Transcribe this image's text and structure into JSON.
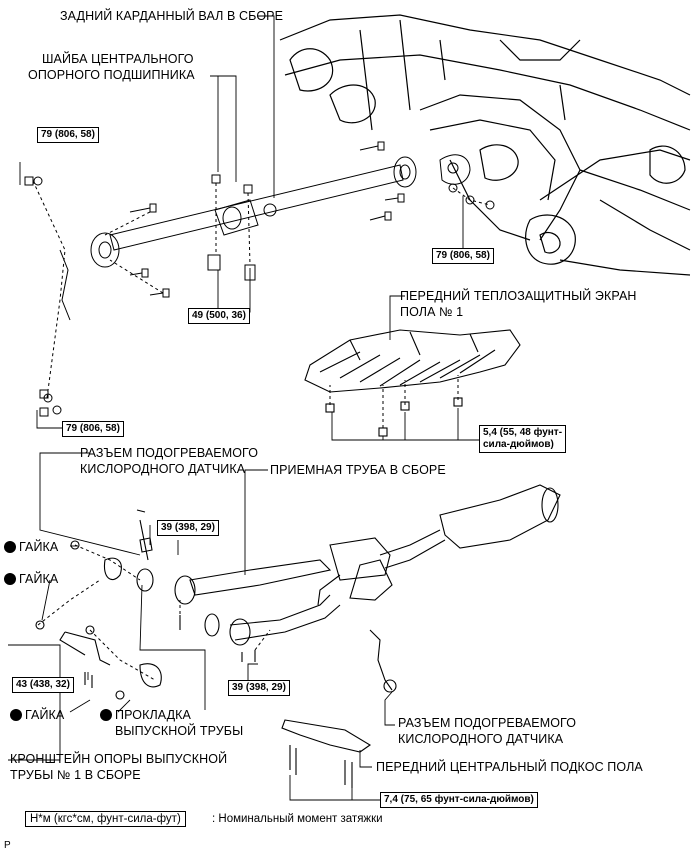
{
  "labels": {
    "rear_shaft": "ЗАДНИЙ КАРДАННЫЙ ВАЛ В СБОРЕ",
    "washer_l1": "ШАЙБА ЦЕНТРАЛЬНОГО",
    "washer_l2": "ОПОРНОГО ПОДШИПНИКА",
    "heat_l1": "ПЕРЕДНИЙ ТЕПЛОЗАЩИТНЫЙ ЭКРАН",
    "heat_l2": "ПОЛА № 1",
    "o2_top_l1": "РАЗЪЕМ ПОДОГРЕВАЕМОГО",
    "o2_top_l2": "КИСЛОРОДНОГО ДАТЧИКА",
    "intake_pipe": "ПРИЕМНАЯ ТРУБА В СБОРЕ",
    "nut1": "ГАЙКА",
    "nut2": "ГАЙКА",
    "nut3": "ГАЙКА",
    "gasket_l1": "ПРОКЛАДКА",
    "gasket_l2": "ВЫПУСКНОЙ ТРУБЫ",
    "bracket_l1": "КРОНШТЕЙН ОПОРЫ ВЫПУСКНОЙ",
    "bracket_l2": "ТРУБЫ № 1 В СБОРЕ",
    "o2_bot_l1": "РАЗЪЕМ ПОДОГРЕВАЕМОГО",
    "o2_bot_l2": "КИСЛОРОДНОГО ДАТЧИКА",
    "brace": "ПЕРЕДНИЙ ЦЕНТРАЛЬНЫЙ ПОДКОС ПОЛА"
  },
  "torques": {
    "t1": "79 (806, 58)",
    "t2": "79 (806, 58)",
    "t3": "49 (500, 36)",
    "t4": "79 (806, 58)",
    "t5_l1": "5,4 (55, 48 фунт-",
    "t5_l2": "сила-дюймов)",
    "t6": "39 (398, 29)",
    "t7": "43 (438, 32)",
    "t8": "39 (398, 29)",
    "t9": "7,4 (75, 65 фунт-сила-дюймов)"
  },
  "legend": {
    "unit": "Н*м (кгс*см, фунт-сила-фут)",
    "text": ": Номинальный момент затяжки"
  },
  "footer_ref": "P"
}
